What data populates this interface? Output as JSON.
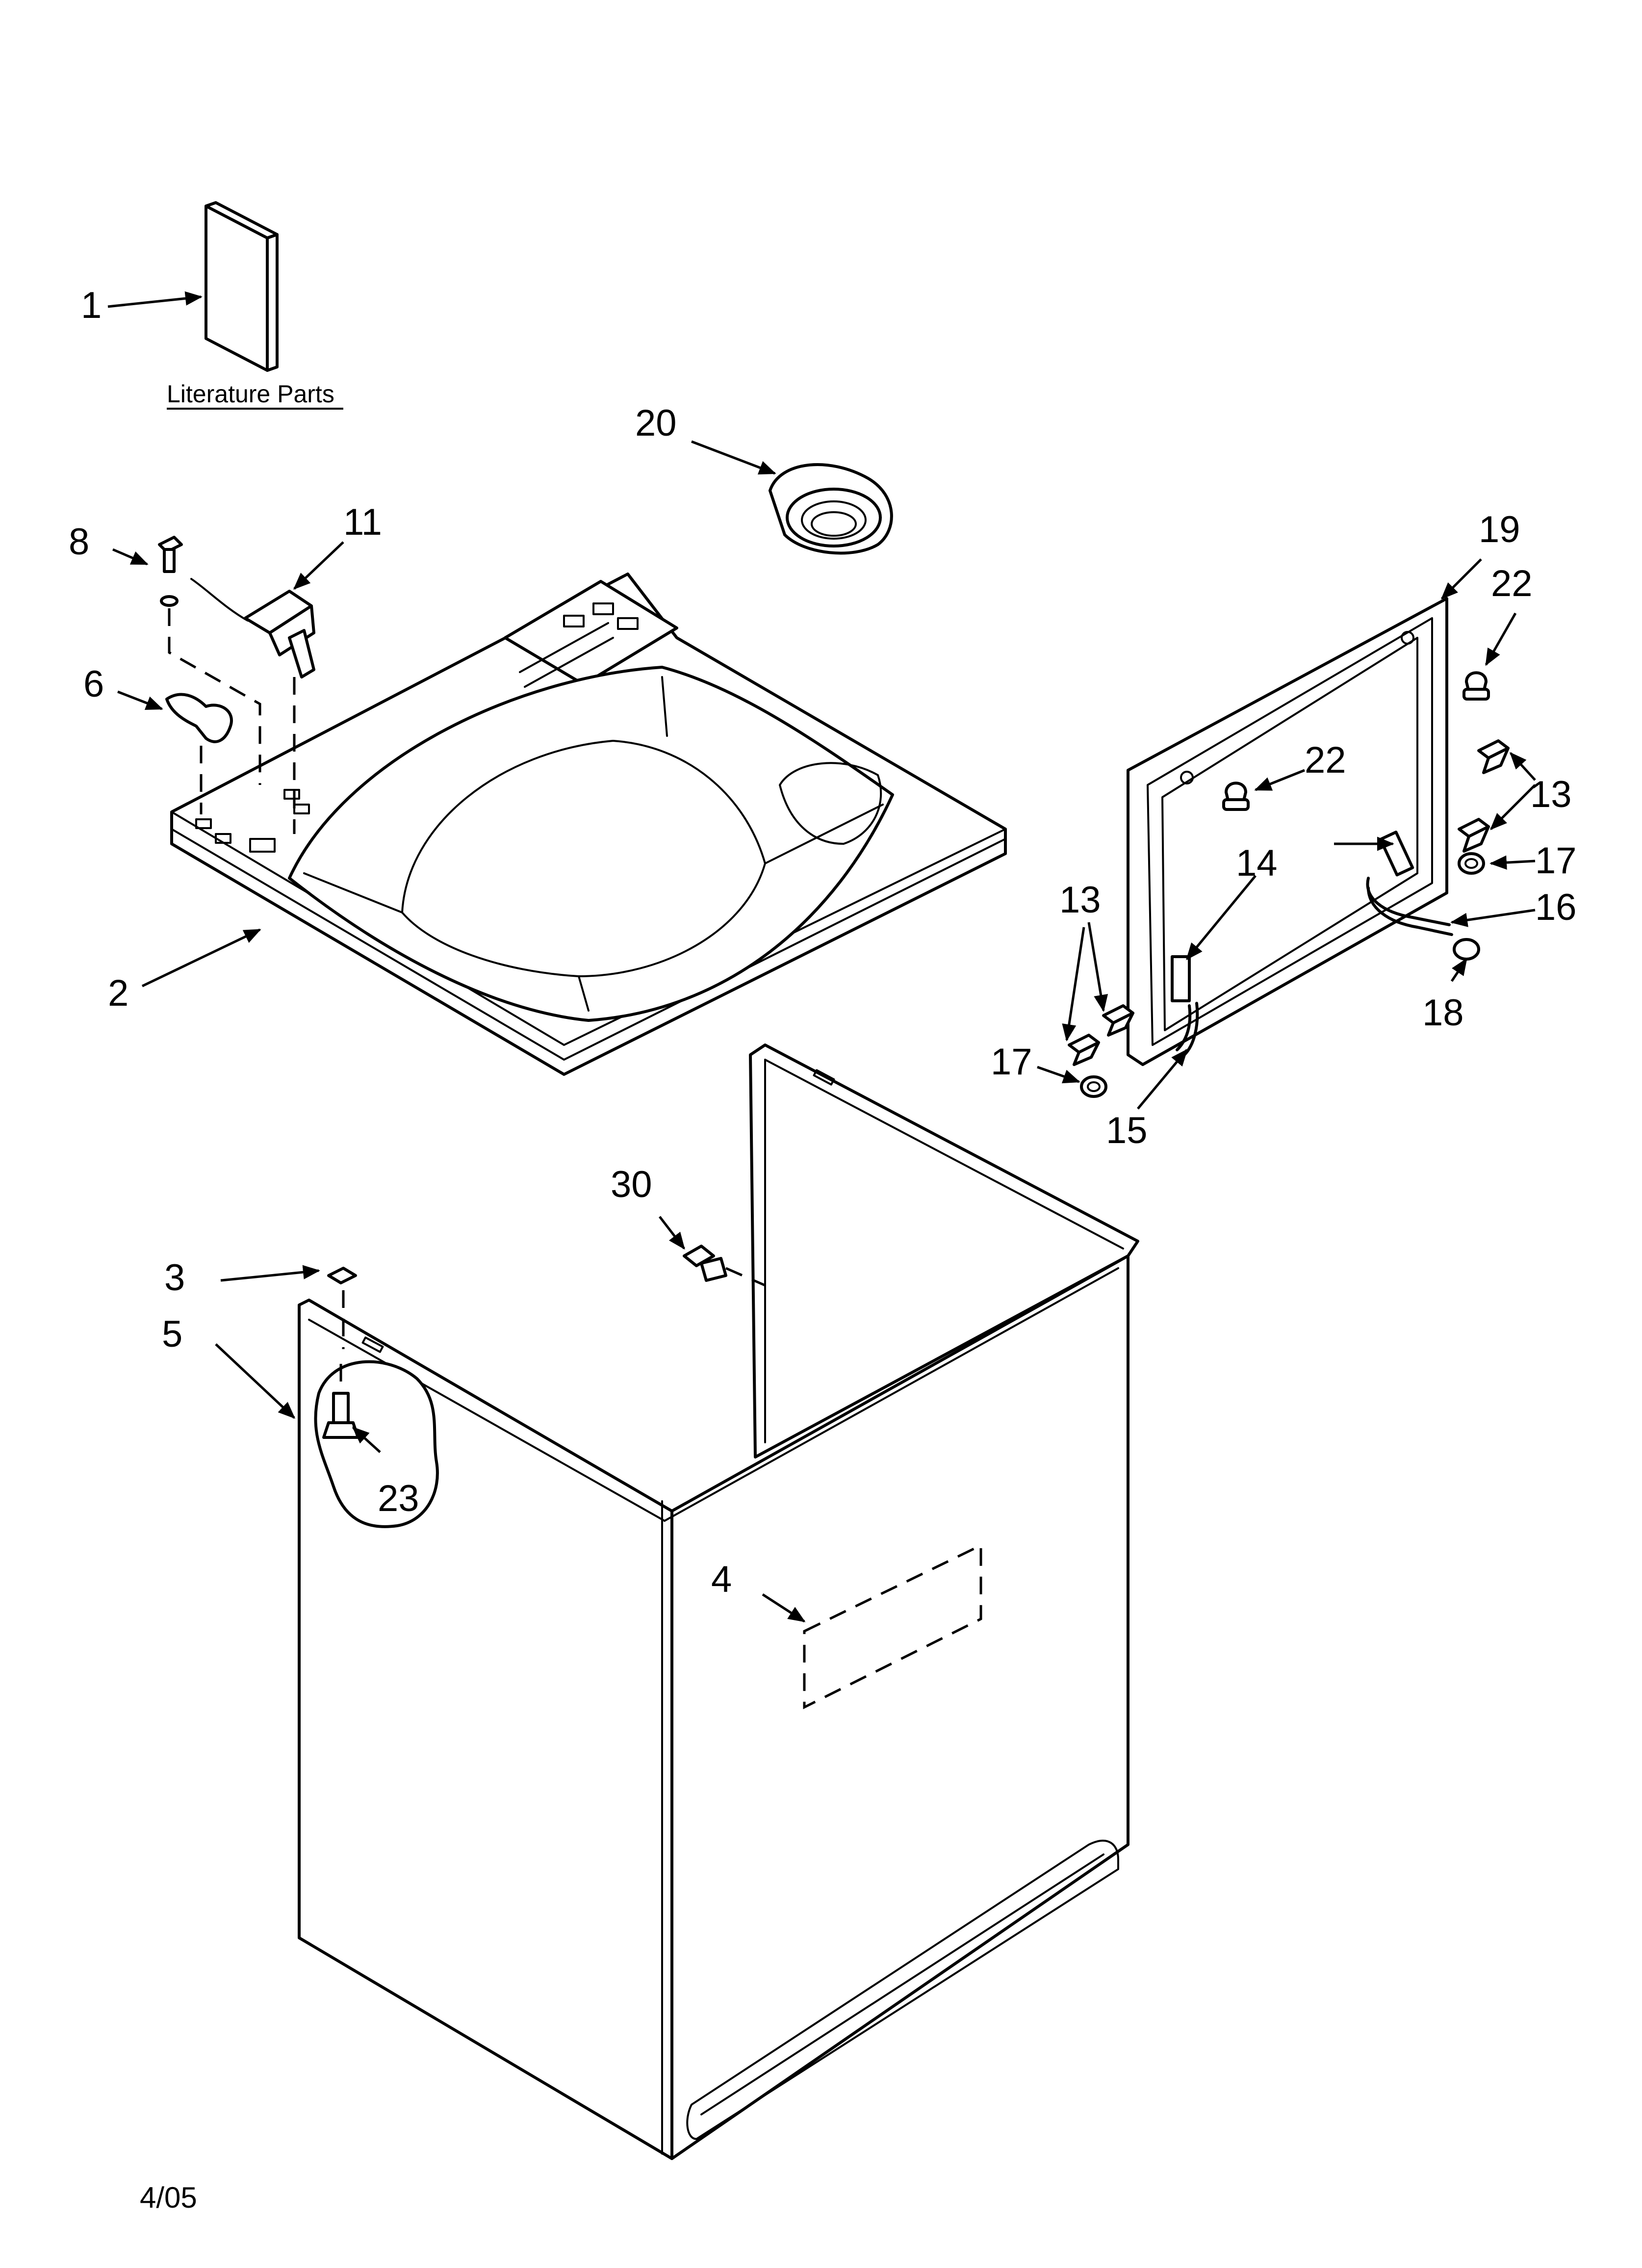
{
  "diagram": {
    "literature_label": "Literature Parts",
    "date_code": "4/05",
    "callouts": {
      "c1": "1",
      "c2": "2",
      "c3": "3",
      "c4": "4",
      "c5": "5",
      "c6": "6",
      "c8": "8",
      "c11": "11",
      "c13a": "13",
      "c13b": "13",
      "c14": "14",
      "c15": "15",
      "c16": "16",
      "c17a": "17",
      "c17b": "17",
      "c18": "18",
      "c19": "19",
      "c20": "20",
      "c22a": "22",
      "c22b": "22",
      "c23": "23",
      "c30": "30"
    }
  }
}
